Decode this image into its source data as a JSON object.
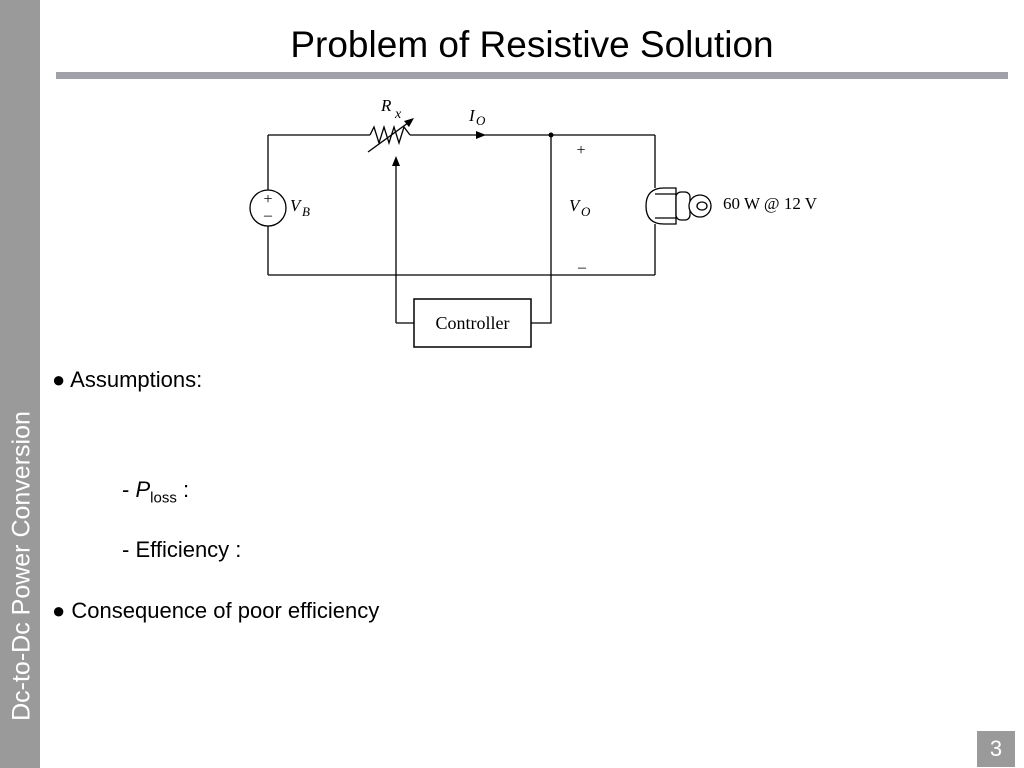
{
  "sidebar": {
    "label": "Dc-to-Dc Power Conversion"
  },
  "slide": {
    "title": "Problem of Resistive Solution",
    "page_number": "3"
  },
  "circuit": {
    "rx_label": "R",
    "rx_sub": "x",
    "io_label": "I",
    "io_sub": "O",
    "vb_label": "V",
    "vb_sub": "B",
    "vo_label": "V",
    "vo_sub": "O",
    "plus": "+",
    "minus": "–",
    "source_plus": "+",
    "source_minus": "–",
    "controller_label": "Controller",
    "lamp_rating": "60 W @ 12 V"
  },
  "bullets": {
    "assumptions": "● Assumptions:",
    "ploss_prefix": "- ",
    "ploss_var": "P",
    "ploss_sub": "loss",
    "ploss_suffix": " :",
    "efficiency": "- Efficiency :",
    "consequence": "● Consequence of poor efficiency"
  }
}
